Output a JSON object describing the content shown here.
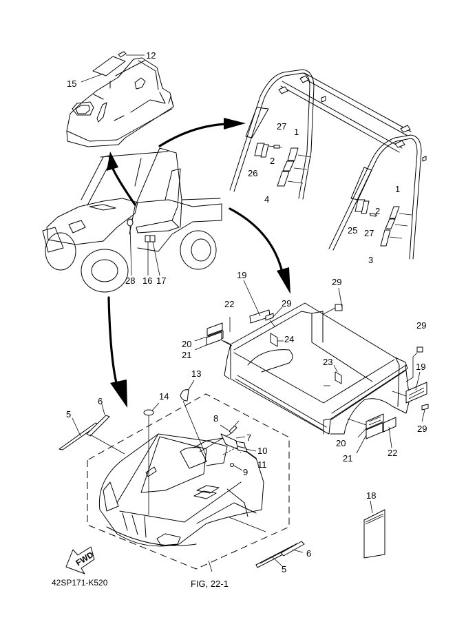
{
  "diagram": {
    "type": "exploded-parts-diagram",
    "drawing_code": "42SP171-K520",
    "figure_reference": "FIG, 22-1",
    "direction_indicator": "FWD",
    "assemblies": [
      {
        "name": "hood-top-cover",
        "callouts": [
          "12",
          "15"
        ]
      },
      {
        "name": "roll-cage-frame",
        "callouts": [
          "1",
          "2",
          "4",
          "26",
          "27",
          "1",
          "2",
          "3",
          "25",
          "27"
        ]
      },
      {
        "name": "vehicle-overview",
        "callouts": [
          "28",
          "16",
          "17"
        ]
      },
      {
        "name": "cargo-bed",
        "callouts": [
          "19",
          "29",
          "22",
          "20",
          "21",
          "24",
          "23",
          "29",
          "19",
          "29",
          "20",
          "21",
          "22"
        ]
      },
      {
        "name": "front-hood",
        "callouts": [
          "13",
          "14",
          "5",
          "6",
          "8",
          "7",
          "10",
          "11",
          "9",
          "5",
          "6"
        ]
      },
      {
        "name": "manual-booklet",
        "callouts": [
          "18"
        ]
      }
    ],
    "labels": {
      "c12": "12",
      "c15": "15",
      "c27a": "27",
      "c1a": "1",
      "c2a": "2",
      "c26": "26",
      "c4": "4",
      "c1b": "1",
      "c2b": "2",
      "c25": "25",
      "c27b": "27",
      "c3": "3",
      "c28": "28",
      "c16": "16",
      "c17": "17",
      "c19a": "19",
      "c29a": "29",
      "c29b": "29",
      "c22a": "22",
      "c20a": "20",
      "c21a": "21",
      "c24": "24",
      "c23": "23",
      "c29c": "29",
      "c19b": "19",
      "c29d": "29",
      "c20b": "20",
      "c21b": "21",
      "c22b": "22",
      "c13": "13",
      "c14": "14",
      "c6a": "6",
      "c5a": "5",
      "c8": "8",
      "c7": "7",
      "c10": "10",
      "c11": "11",
      "c9": "9",
      "c18": "18",
      "c6b": "6",
      "c5b": "5"
    }
  }
}
